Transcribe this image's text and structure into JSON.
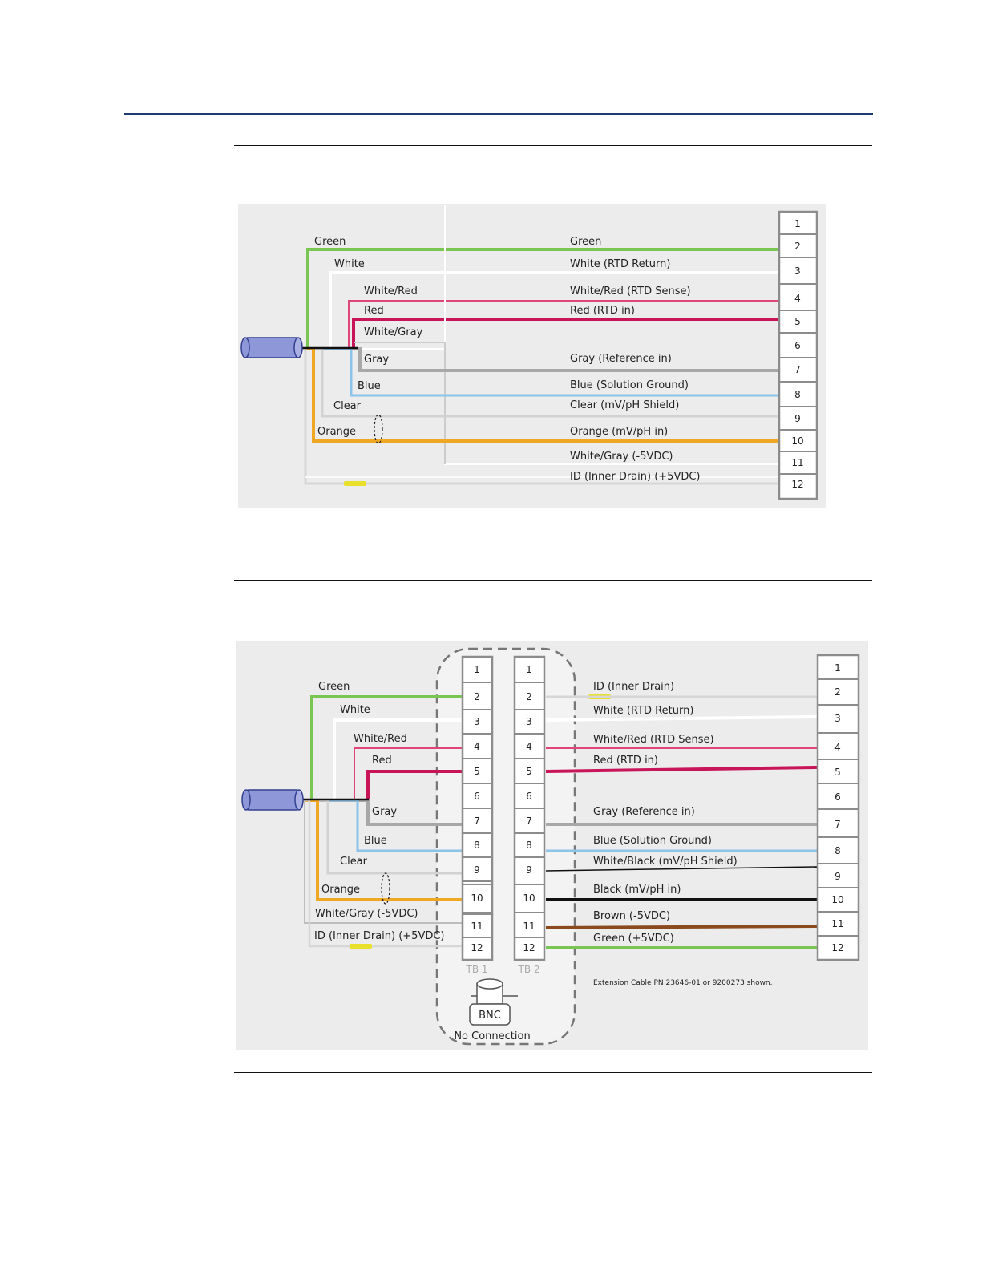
{
  "diagram1": {
    "terminals": [
      "1",
      "2",
      "3",
      "4",
      "5",
      "6",
      "7",
      "8",
      "9",
      "10",
      "11",
      "12"
    ],
    "left_labels": [
      "Green",
      "White",
      "White/Red",
      "Red",
      "White/Gray",
      "Gray",
      "Blue",
      "Clear",
      "Orange"
    ],
    "right_labels": [
      "Green",
      "White (RTD Return)",
      "White/Red (RTD Sense)",
      "Red (RTD in)",
      "Gray (Reference in)",
      "Blue (Solution Ground)",
      "Clear (mV/pH Shield)",
      "Orange (mV/pH in)",
      "White/Gray (-5VDC)",
      "ID (Inner Drain) (+5VDC)"
    ],
    "colors": {
      "green": "#79c752",
      "white": "#ffffff",
      "white_red": "#e0457a",
      "red": "#c8155a",
      "gray": "#a8a8a8",
      "blue": "#8cc3e8",
      "clear": "#d6d6d6",
      "orange": "#f0a824",
      "white_gray": "#ffffff",
      "background": "#ededed"
    }
  },
  "diagram2": {
    "sensor_terminals": [
      "1",
      "2",
      "3",
      "4",
      "5",
      "6",
      "7",
      "8",
      "9",
      "10",
      "11",
      "12"
    ],
    "tb1_terminals": [
      "1",
      "2",
      "3",
      "4",
      "5",
      "6",
      "7",
      "8",
      "9",
      "10",
      "11",
      "12"
    ],
    "tb2_terminals": [
      "1",
      "2",
      "3",
      "4",
      "5",
      "6",
      "7",
      "8",
      "9",
      "10",
      "11",
      "12"
    ],
    "tb1_label": "TB 1",
    "tb2_label": "TB 2",
    "bnc_label": "BNC",
    "no_connection": "No Connection",
    "left_labels": [
      "Green",
      "White",
      "White/Red",
      "Red",
      "Gray",
      "Blue",
      "Clear",
      "Orange",
      "White/Gray (-5VDC)",
      "ID (Inner Drain) (+5VDC)"
    ],
    "right_labels": [
      "ID (Inner Drain)",
      "White (RTD Return)",
      "White/Red (RTD Sense)",
      "Red (RTD in)",
      "Gray (Reference in)",
      "Blue (Solution Ground)",
      "White/Black (mV/pH Shield)",
      "Black (mV/pH in)",
      "Brown (-5VDC)",
      "Green (+5VDC)"
    ],
    "note": "Extension Cable PN 23646-01 or 9200273 shown.",
    "colors": {
      "black": "#111111",
      "brown": "#8a4a1e",
      "green": "#79c752"
    }
  }
}
